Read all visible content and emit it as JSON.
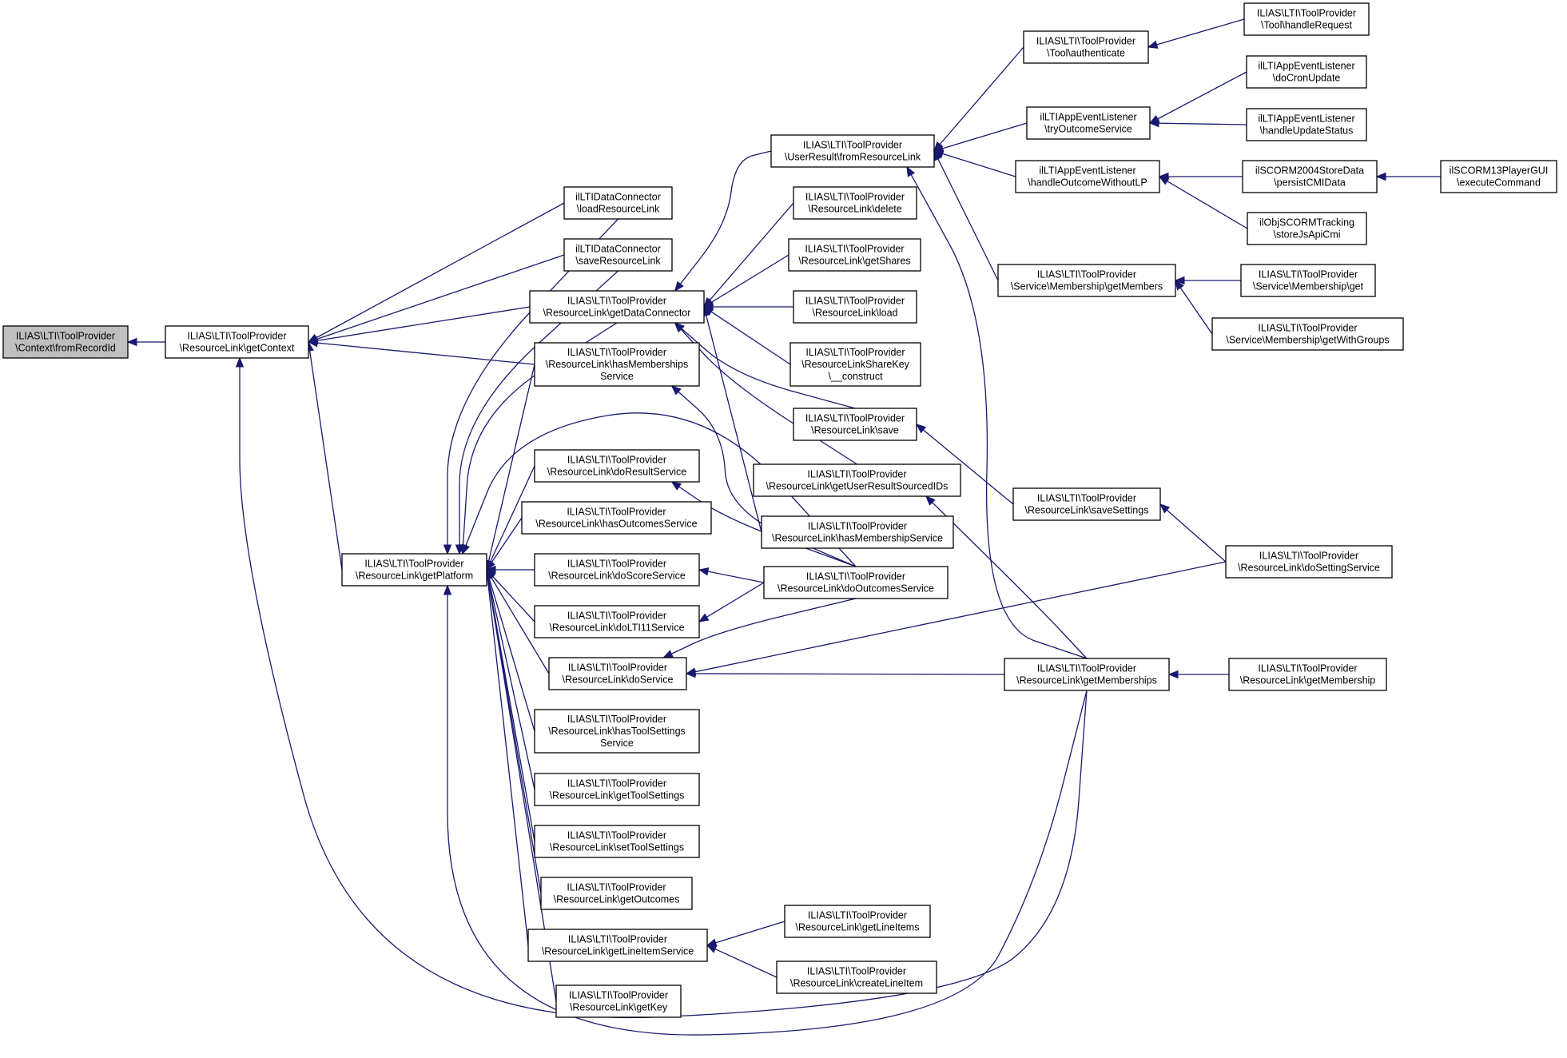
{
  "graph": {
    "colors": {
      "edge": "#191970",
      "node_border": "#000000",
      "node_fill": "#ffffff",
      "root_fill": "#bfbfbf"
    },
    "nodes": [
      {
        "id": "n1",
        "lines": [
          "ILIAS\\LTI\\ToolProvider",
          "\\Context\\fromRecordId"
        ],
        "root": true
      },
      {
        "id": "n2",
        "lines": [
          "ILIAS\\LTI\\ToolProvider",
          "\\ResourceLink\\getContext"
        ]
      },
      {
        "id": "n3",
        "lines": [
          "ILIAS\\LTI\\ToolProvider",
          "\\ResourceLink\\getPlatform"
        ]
      },
      {
        "id": "n4",
        "lines": [
          "ilLTIDataConnector",
          "\\loadResourceLink"
        ]
      },
      {
        "id": "n5",
        "lines": [
          "ilLTIDataConnector",
          "\\saveResourceLink"
        ]
      },
      {
        "id": "n6",
        "lines": [
          "ILIAS\\LTI\\ToolProvider",
          "\\ResourceLink\\getDataConnector"
        ]
      },
      {
        "id": "n7",
        "lines": [
          "ILIAS\\LTI\\ToolProvider",
          "\\ResourceLink\\hasMemberships",
          "Service"
        ]
      },
      {
        "id": "n8",
        "lines": [
          "ILIAS\\LTI\\ToolProvider",
          "\\ResourceLink\\doResultService"
        ]
      },
      {
        "id": "n9",
        "lines": [
          "ILIAS\\LTI\\ToolProvider",
          "\\ResourceLink\\hasOutcomesService"
        ]
      },
      {
        "id": "n10",
        "lines": [
          "ILIAS\\LTI\\ToolProvider",
          "\\ResourceLink\\doScoreService"
        ]
      },
      {
        "id": "n11",
        "lines": [
          "ILIAS\\LTI\\ToolProvider",
          "\\ResourceLink\\doLTI11Service"
        ]
      },
      {
        "id": "n12",
        "lines": [
          "ILIAS\\LTI\\ToolProvider",
          "\\ResourceLink\\doService"
        ]
      },
      {
        "id": "n13",
        "lines": [
          "ILIAS\\LTI\\ToolProvider",
          "\\ResourceLink\\hasToolSettings",
          "Service"
        ]
      },
      {
        "id": "n14",
        "lines": [
          "ILIAS\\LTI\\ToolProvider",
          "\\ResourceLink\\getToolSettings"
        ]
      },
      {
        "id": "n15",
        "lines": [
          "ILIAS\\LTI\\ToolProvider",
          "\\ResourceLink\\setToolSettings"
        ]
      },
      {
        "id": "n16",
        "lines": [
          "ILIAS\\LTI\\ToolProvider",
          "\\ResourceLink\\getOutcomes"
        ]
      },
      {
        "id": "n17",
        "lines": [
          "ILIAS\\LTI\\ToolProvider",
          "\\ResourceLink\\getLineItemService"
        ]
      },
      {
        "id": "n18",
        "lines": [
          "ILIAS\\LTI\\ToolProvider",
          "\\ResourceLink\\getKey"
        ]
      },
      {
        "id": "n19",
        "lines": [
          "ILIAS\\LTI\\ToolProvider",
          "\\UserResult\\fromResourceLink"
        ]
      },
      {
        "id": "n20",
        "lines": [
          "ILIAS\\LTI\\ToolProvider",
          "\\ResourceLink\\delete"
        ]
      },
      {
        "id": "n21",
        "lines": [
          "ILIAS\\LTI\\ToolProvider",
          "\\ResourceLink\\getShares"
        ]
      },
      {
        "id": "n22",
        "lines": [
          "ILIAS\\LTI\\ToolProvider",
          "\\ResourceLink\\load"
        ]
      },
      {
        "id": "n23",
        "lines": [
          "ILIAS\\LTI\\ToolProvider",
          "\\ResourceLinkShareKey",
          "\\__construct"
        ]
      },
      {
        "id": "n24",
        "lines": [
          "ILIAS\\LTI\\ToolProvider",
          "\\ResourceLink\\save"
        ]
      },
      {
        "id": "n25",
        "lines": [
          "ILIAS\\LTI\\ToolProvider",
          "\\ResourceLink\\getUserResultSourcedIDs"
        ]
      },
      {
        "id": "n26",
        "lines": [
          "ILIAS\\LTI\\ToolProvider",
          "\\ResourceLink\\hasMembershipService"
        ]
      },
      {
        "id": "n27",
        "lines": [
          "ILIAS\\LTI\\ToolProvider",
          "\\ResourceLink\\doOutcomesService"
        ]
      },
      {
        "id": "n28",
        "lines": [
          "ILIAS\\LTI\\ToolProvider",
          "\\ResourceLink\\getLineItems"
        ]
      },
      {
        "id": "n29",
        "lines": [
          "ILIAS\\LTI\\ToolProvider",
          "\\ResourceLink\\createLineItem"
        ]
      },
      {
        "id": "n30",
        "lines": [
          "ILIAS\\LTI\\ToolProvider",
          "\\Tool\\authenticate"
        ]
      },
      {
        "id": "n31",
        "lines": [
          "ilLTIAppEventListener",
          "\\tryOutcomeService"
        ]
      },
      {
        "id": "n32",
        "lines": [
          "ilLTIAppEventListener",
          "\\handleOutcomeWithoutLP"
        ]
      },
      {
        "id": "n33",
        "lines": [
          "ILIAS\\LTI\\ToolProvider",
          "\\Service\\Membership\\getMembers"
        ]
      },
      {
        "id": "n34",
        "lines": [
          "ILIAS\\LTI\\ToolProvider",
          "\\ResourceLink\\saveSettings"
        ]
      },
      {
        "id": "n35",
        "lines": [
          "ILIAS\\LTI\\ToolProvider",
          "\\ResourceLink\\getMemberships"
        ]
      },
      {
        "id": "n36",
        "lines": [
          "ILIAS\\LTI\\ToolProvider",
          "\\Tool\\handleRequest"
        ]
      },
      {
        "id": "n37",
        "lines": [
          "ilLTIAppEventListener",
          "\\doCronUpdate"
        ]
      },
      {
        "id": "n38",
        "lines": [
          "ilLTIAppEventListener",
          "\\handleUpdateStatus"
        ]
      },
      {
        "id": "n39",
        "lines": [
          "ilSCORM2004StoreData",
          "\\persistCMIData"
        ]
      },
      {
        "id": "n40",
        "lines": [
          "ilObjSCORMTracking",
          "\\storeJsApiCmi"
        ]
      },
      {
        "id": "n41",
        "lines": [
          "ILIAS\\LTI\\ToolProvider",
          "\\Service\\Membership\\get"
        ]
      },
      {
        "id": "n42",
        "lines": [
          "ILIAS\\LTI\\ToolProvider",
          "\\Service\\Membership\\getWithGroups"
        ]
      },
      {
        "id": "n43",
        "lines": [
          "ILIAS\\LTI\\ToolProvider",
          "\\ResourceLink\\doSettingService"
        ]
      },
      {
        "id": "n44",
        "lines": [
          "ILIAS\\LTI\\ToolProvider",
          "\\ResourceLink\\getMembership"
        ]
      },
      {
        "id": "n45",
        "lines": [
          "ilSCORM13PlayerGUI",
          "\\executeCommand"
        ]
      }
    ],
    "edges": [
      {
        "from": "n1",
        "to": "n2"
      },
      {
        "from": "n2",
        "to": "n3"
      },
      {
        "from": "n2",
        "to": "n4"
      },
      {
        "from": "n2",
        "to": "n5"
      },
      {
        "from": "n2",
        "to": "n6"
      },
      {
        "from": "n2",
        "to": "n7"
      },
      {
        "from": "n3",
        "to": "n4"
      },
      {
        "from": "n3",
        "to": "n5"
      },
      {
        "from": "n3",
        "to": "n6"
      },
      {
        "from": "n3",
        "to": "n7"
      },
      {
        "from": "n3",
        "to": "n8"
      },
      {
        "from": "n3",
        "to": "n9"
      },
      {
        "from": "n3",
        "to": "n10"
      },
      {
        "from": "n3",
        "to": "n11"
      },
      {
        "from": "n3",
        "to": "n12"
      },
      {
        "from": "n3",
        "to": "n13"
      },
      {
        "from": "n3",
        "to": "n14"
      },
      {
        "from": "n3",
        "to": "n15"
      },
      {
        "from": "n3",
        "to": "n16"
      },
      {
        "from": "n3",
        "to": "n17"
      },
      {
        "from": "n3",
        "to": "n18"
      },
      {
        "from": "n3",
        "to": "n27"
      },
      {
        "from": "n3",
        "to": "n35"
      },
      {
        "from": "n2",
        "to": "n35"
      },
      {
        "from": "n6",
        "to": "n19"
      },
      {
        "from": "n6",
        "to": "n20"
      },
      {
        "from": "n6",
        "to": "n21"
      },
      {
        "from": "n6",
        "to": "n22"
      },
      {
        "from": "n6",
        "to": "n23"
      },
      {
        "from": "n6",
        "to": "n24"
      },
      {
        "from": "n6",
        "to": "n25"
      },
      {
        "from": "n6",
        "to": "n26"
      },
      {
        "from": "n7",
        "to": "n27"
      },
      {
        "from": "n8",
        "to": "n27"
      },
      {
        "from": "n10",
        "to": "n27"
      },
      {
        "from": "n11",
        "to": "n27"
      },
      {
        "from": "n12",
        "to": "n27"
      },
      {
        "from": "n12",
        "to": "n43"
      },
      {
        "from": "n12",
        "to": "n35"
      },
      {
        "from": "n17",
        "to": "n28"
      },
      {
        "from": "n17",
        "to": "n29"
      },
      {
        "from": "n19",
        "to": "n30"
      },
      {
        "from": "n19",
        "to": "n31"
      },
      {
        "from": "n19",
        "to": "n32"
      },
      {
        "from": "n19",
        "to": "n33"
      },
      {
        "from": "n19",
        "to": "n35"
      },
      {
        "from": "n24",
        "to": "n34"
      },
      {
        "from": "n25",
        "to": "n35"
      },
      {
        "from": "n30",
        "to": "n36"
      },
      {
        "from": "n31",
        "to": "n37"
      },
      {
        "from": "n31",
        "to": "n38"
      },
      {
        "from": "n32",
        "to": "n39"
      },
      {
        "from": "n32",
        "to": "n40"
      },
      {
        "from": "n39",
        "to": "n45"
      },
      {
        "from": "n33",
        "to": "n41"
      },
      {
        "from": "n33",
        "to": "n42"
      },
      {
        "from": "n34",
        "to": "n43"
      },
      {
        "from": "n35",
        "to": "n44"
      }
    ]
  }
}
